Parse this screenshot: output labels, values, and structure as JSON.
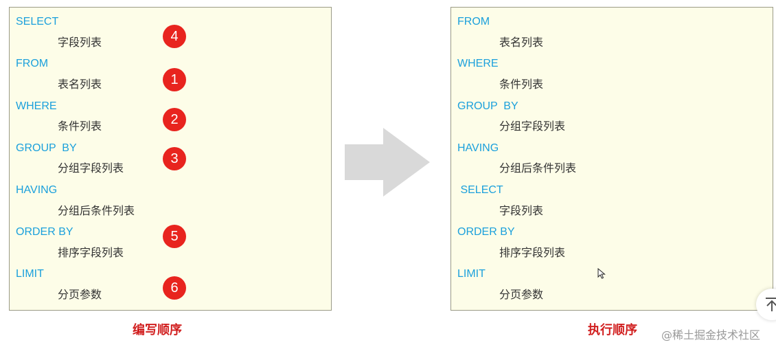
{
  "left_panel": {
    "rows": [
      {
        "keyword": "SELECT",
        "value": "字段列表",
        "order": "4"
      },
      {
        "keyword": "FROM",
        "value": "表名列表",
        "order": "1"
      },
      {
        "keyword": "WHERE",
        "value": "条件列表",
        "order": "2"
      },
      {
        "keyword": "GROUP  BY",
        "value": "分组字段列表",
        "order": "3"
      },
      {
        "keyword": "HAVING",
        "value": "分组后条件列表",
        "order": ""
      },
      {
        "keyword": "ORDER BY",
        "value": "排序字段列表",
        "order": "5"
      },
      {
        "keyword": "LIMIT",
        "value": "分页参数",
        "order": "6"
      }
    ],
    "caption": "编写顺序"
  },
  "right_panel": {
    "rows": [
      {
        "keyword": "FROM",
        "value": "表名列表"
      },
      {
        "keyword": "WHERE",
        "value": "条件列表"
      },
      {
        "keyword": "GROUP  BY",
        "value": "分组字段列表"
      },
      {
        "keyword": "HAVING",
        "value": "分组后条件列表"
      },
      {
        "keyword": " SELECT",
        "value": "字段列表"
      },
      {
        "keyword": "ORDER BY",
        "value": "排序字段列表"
      },
      {
        "keyword": "LIMIT",
        "value": "分页参数"
      }
    ],
    "caption": "执行顺序"
  },
  "watermark": "@稀土掘金技术社区",
  "colors": {
    "keyword": "#1ba0dc",
    "badge": "#e8241e",
    "caption": "#d11f1f",
    "panel_background": "#fdfde8",
    "arrow": "#d9d9d9"
  },
  "icons": {
    "arrow": "right-arrow-icon",
    "cursor": "mouse-pointer-icon",
    "back_to_top": "back-to-top-icon"
  }
}
